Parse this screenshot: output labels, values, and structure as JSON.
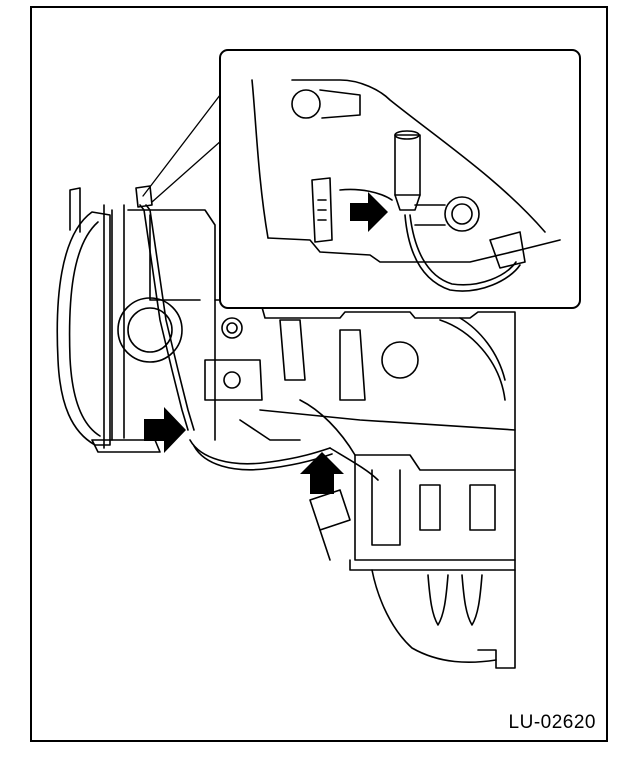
{
  "figure": {
    "code": "LU-02620"
  },
  "colors": {
    "line": "#000000",
    "background": "#ffffff",
    "arrow": "#000000"
  },
  "callouts": [
    {
      "name": "arrow-inset-connector",
      "icon": "right-arrow-icon"
    },
    {
      "name": "arrow-harness-clip-left",
      "icon": "right-arrow-icon"
    },
    {
      "name": "arrow-harness-clip-bottom",
      "icon": "up-arrow-icon"
    }
  ]
}
